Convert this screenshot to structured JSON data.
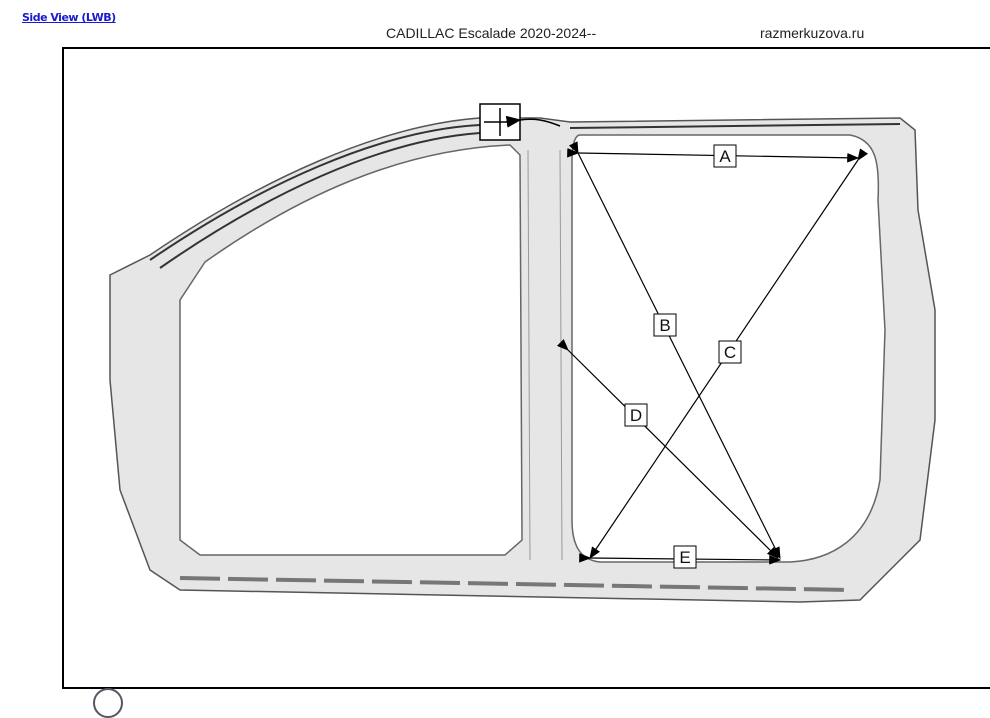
{
  "header": {
    "link": "Side View (LWB)",
    "title": "CADILLAC Escalade 2020-2024--",
    "site": "razmerkuzova.ru"
  },
  "diagram": {
    "labels": [
      "A",
      "B",
      "C",
      "D",
      "E"
    ]
  }
}
